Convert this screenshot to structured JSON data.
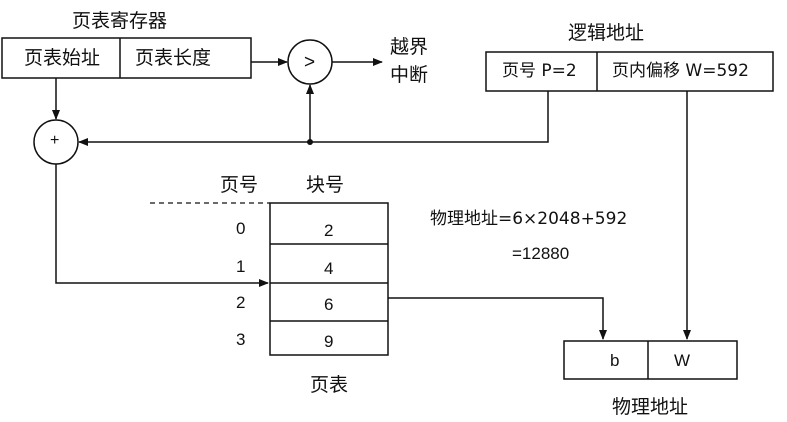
{
  "page_register": {
    "title": "页表寄存器",
    "start_label": "页表始址",
    "length_label": "页表长度"
  },
  "comparator_symbol": ">",
  "out_of_bounds": {
    "line1": "越界",
    "line2": "中断"
  },
  "logical_address": {
    "title": "逻辑地址",
    "page_field": "页号 P=2",
    "offset_field": "页内偏移 W=592"
  },
  "adder_symbol": "+",
  "page_table": {
    "page_header": "页号",
    "block_header": "块号",
    "page_numbers": [
      "0",
      "1",
      "2",
      "3"
    ],
    "block_numbers": [
      "2",
      "4",
      "6",
      "9"
    ],
    "caption": "页表"
  },
  "calculation": {
    "line1": "物理地址=6×2048+592",
    "line2": "=12880"
  },
  "physical_address": {
    "field_b": "b",
    "field_w": "W",
    "caption": "物理地址"
  }
}
